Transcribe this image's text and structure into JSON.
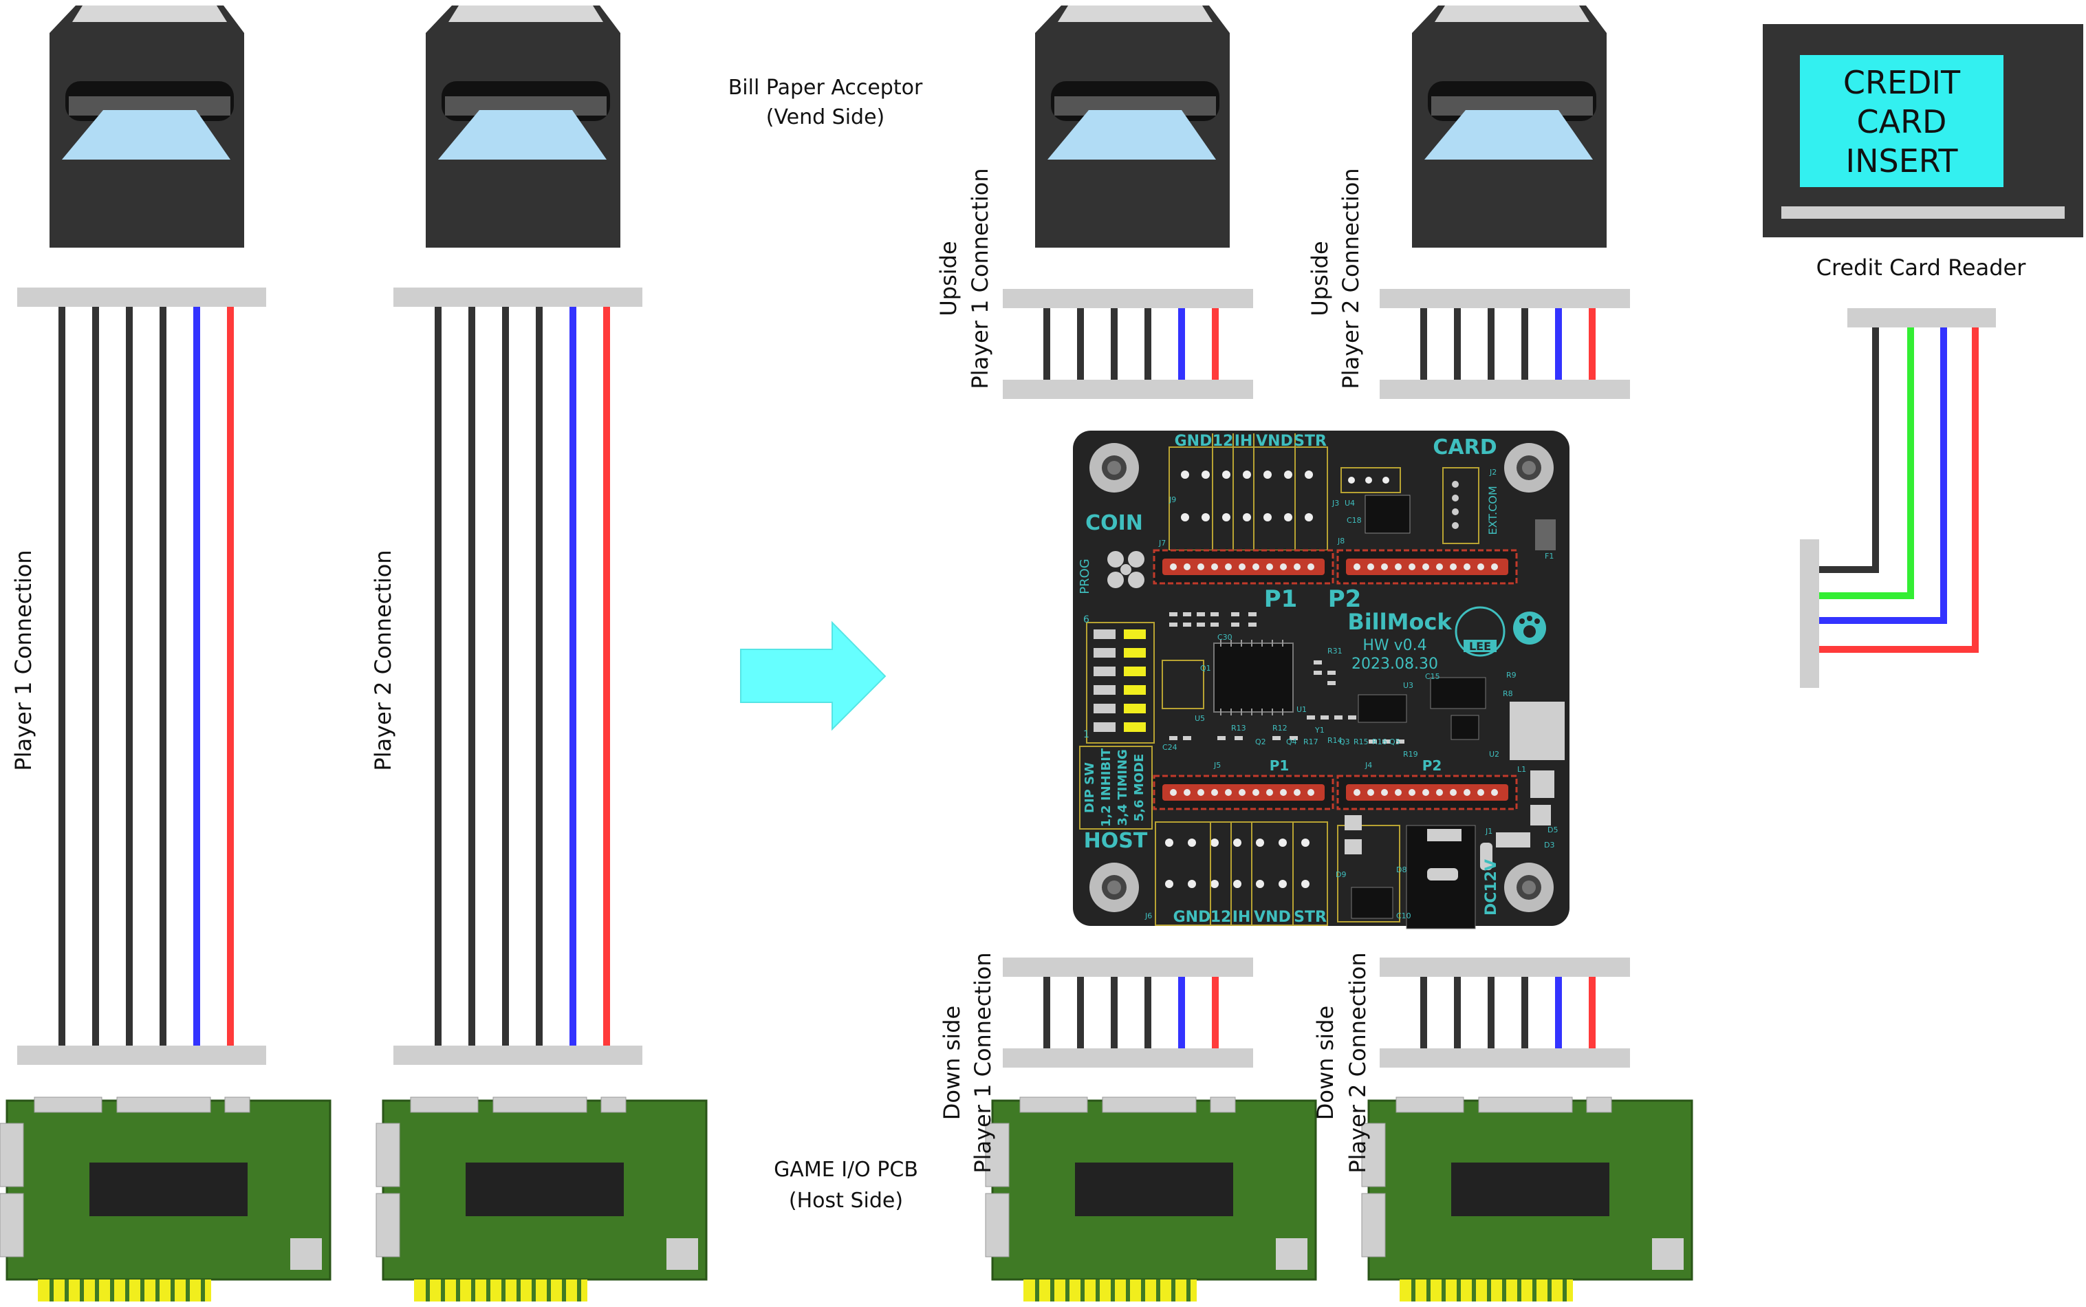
{
  "labels": {
    "vend_title_line1": "Bill Paper Acceptor",
    "vend_title_line2": "(Vend Side)",
    "host_title_line1": "GAME I/O PCB",
    "host_title_line2": "(Host Side)",
    "left_p1": "Player 1 Connection",
    "left_p2": "Player 2 Connection",
    "upside": "Upside",
    "up_p1": "Player 1 Connection",
    "up_p2": "Player 2 Connection",
    "downside": "Down side",
    "down_p1": "Player 1 Connection",
    "down_p2": "Player 2 Connection",
    "credit_reader": "Credit Card Reader"
  },
  "credit_screen": [
    "CREDIT",
    "CARD",
    "INSERT"
  ],
  "board": {
    "title": "BillMock",
    "version": "HW v0.4",
    "date": "2023.08.30",
    "badge": "LEE",
    "card": "CARD",
    "coin": "COIN",
    "host": "HOST",
    "prog": "PROG",
    "p1": "P1",
    "p2": "P2",
    "p1_small": "P1",
    "p2_small": "P2",
    "power": "DC12V",
    "ext": "EXT.COM",
    "pins_top": [
      "GND",
      "12",
      "IH",
      "VND",
      "STR"
    ],
    "pins_bottom": [
      "GND",
      "12",
      "IH",
      "VND",
      "STR"
    ],
    "dip": [
      "DIP SW",
      "1,2 INHIBIT",
      "3,4 TIMING",
      "5,6 MODE"
    ],
    "dip_num_top": "6",
    "dip_num_bottom": "1",
    "refs": [
      "J9",
      "J3",
      "U4",
      "J8",
      "J7",
      "J2",
      "J6",
      "J5",
      "J4",
      "J1",
      "U1",
      "U2",
      "U3",
      "U5",
      "Y1",
      "L1",
      "F1",
      "D5",
      "D3",
      "D8",
      "D9",
      "C10",
      "C15",
      "R31",
      "R8",
      "R9",
      "C18",
      "C24",
      "Q1",
      "Q2",
      "Q3",
      "Q4",
      "Q5",
      "R12",
      "R13",
      "R14",
      "R15",
      "R16",
      "R17",
      "R19",
      "C30"
    ]
  },
  "colors": {
    "acceptor_body": "#333333",
    "acceptor_window": "#b1dcf5",
    "wire_black": "#333333",
    "wire_blue": "#3333ff",
    "wire_red": "#ff3a3a",
    "wire_green": "#33ee33",
    "connector": "#cfcfcf",
    "pcb_green": "#3f7a25",
    "gold": "#f1ee1d",
    "arrow": "#66ffff",
    "board_bg": "#242424",
    "silk": "#3fbfbf",
    "pad_red": "#c23a2a",
    "screen_cyan": "#33f0f0"
  }
}
